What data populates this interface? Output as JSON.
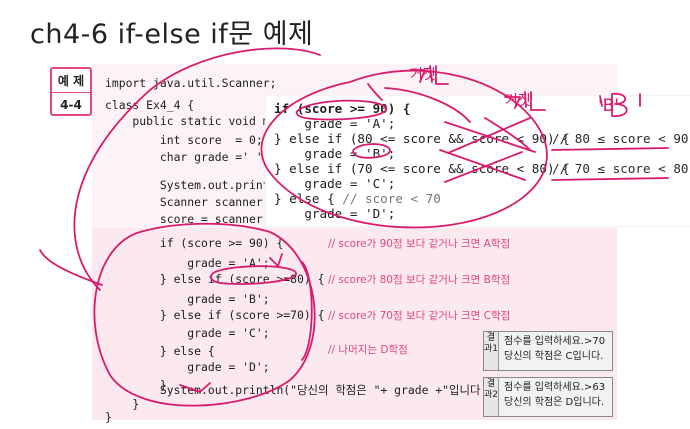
{
  "title": "ch4-6  if-else if문 예제",
  "example": {
    "label": "예 제",
    "number": "4-4"
  },
  "code": [
    "import java.util.Scanner;",
    "class Ex4_4 {",
    "    public static void ma",
    "        int score  = 0;",
    "        char grade =' ';",
    "        System.out.print(\"",
    "        Scanner scanner = n",
    "        score = scanner.ne",
    "        if (score >= 90) {",
    "            grade = 'A';",
    "        } else if (score >=80) {",
    "            grade = 'B';",
    "        } else if (score >=70) {",
    "            grade = 'C';",
    "        } else {",
    "            grade = 'D';",
    "        }",
    "        System.out.println(\"당신의 학점은 \"+ grade +\"입니다.\");",
    "    }",
    "}"
  ],
  "comments": [
    "// score가 90점 보다 같거나 크면 A학점",
    "// score가 80점 보다 같거나 크면 B학점",
    "// score가 70점 보다 같거나 크면 C학점",
    "// 나머지는 D학점"
  ],
  "popup": {
    "l1a": "if (score >= 90) {",
    "l2": "    grade = 'A';",
    "l3": "} else if (80 <= score && score < 90) {",
    "l4": "    grade = 'B';",
    "l5": "} else if (70 <= score && score < 80) {",
    "l6": "    grade = 'C';",
    "l7a": "} else {",
    "l7b": " // score < 70",
    "l8": "    grade = 'D';",
    "c1": "// 80 ≤ score < 90",
    "c2": "// 70 ≤ score < 80"
  },
  "results": [
    {
      "tag": "결과1",
      "line1": "점수를 입력하세요.>70",
      "line2": "당신의 학점은 C입니다."
    },
    {
      "tag": "결과2",
      "line1": "점수를 입력하세요.>63",
      "line2": "당신의 학점은 D입니다."
    }
  ],
  "annotations": {
    "a1": "거짓",
    "a2": "거짓",
    "a3": "'B'"
  },
  "colors": {
    "accent": "#e2477d",
    "ink": "#d81b6e"
  }
}
